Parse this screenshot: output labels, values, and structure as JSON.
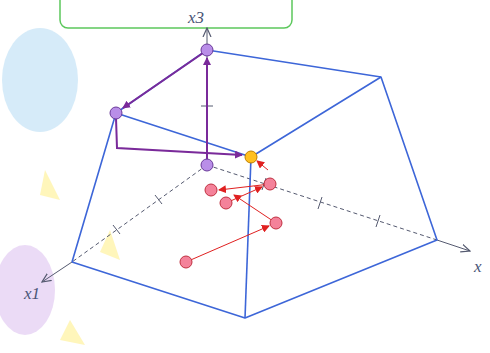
{
  "diagram": {
    "labels": [
      "x3",
      "x1",
      "x"
    ]
  }
}
